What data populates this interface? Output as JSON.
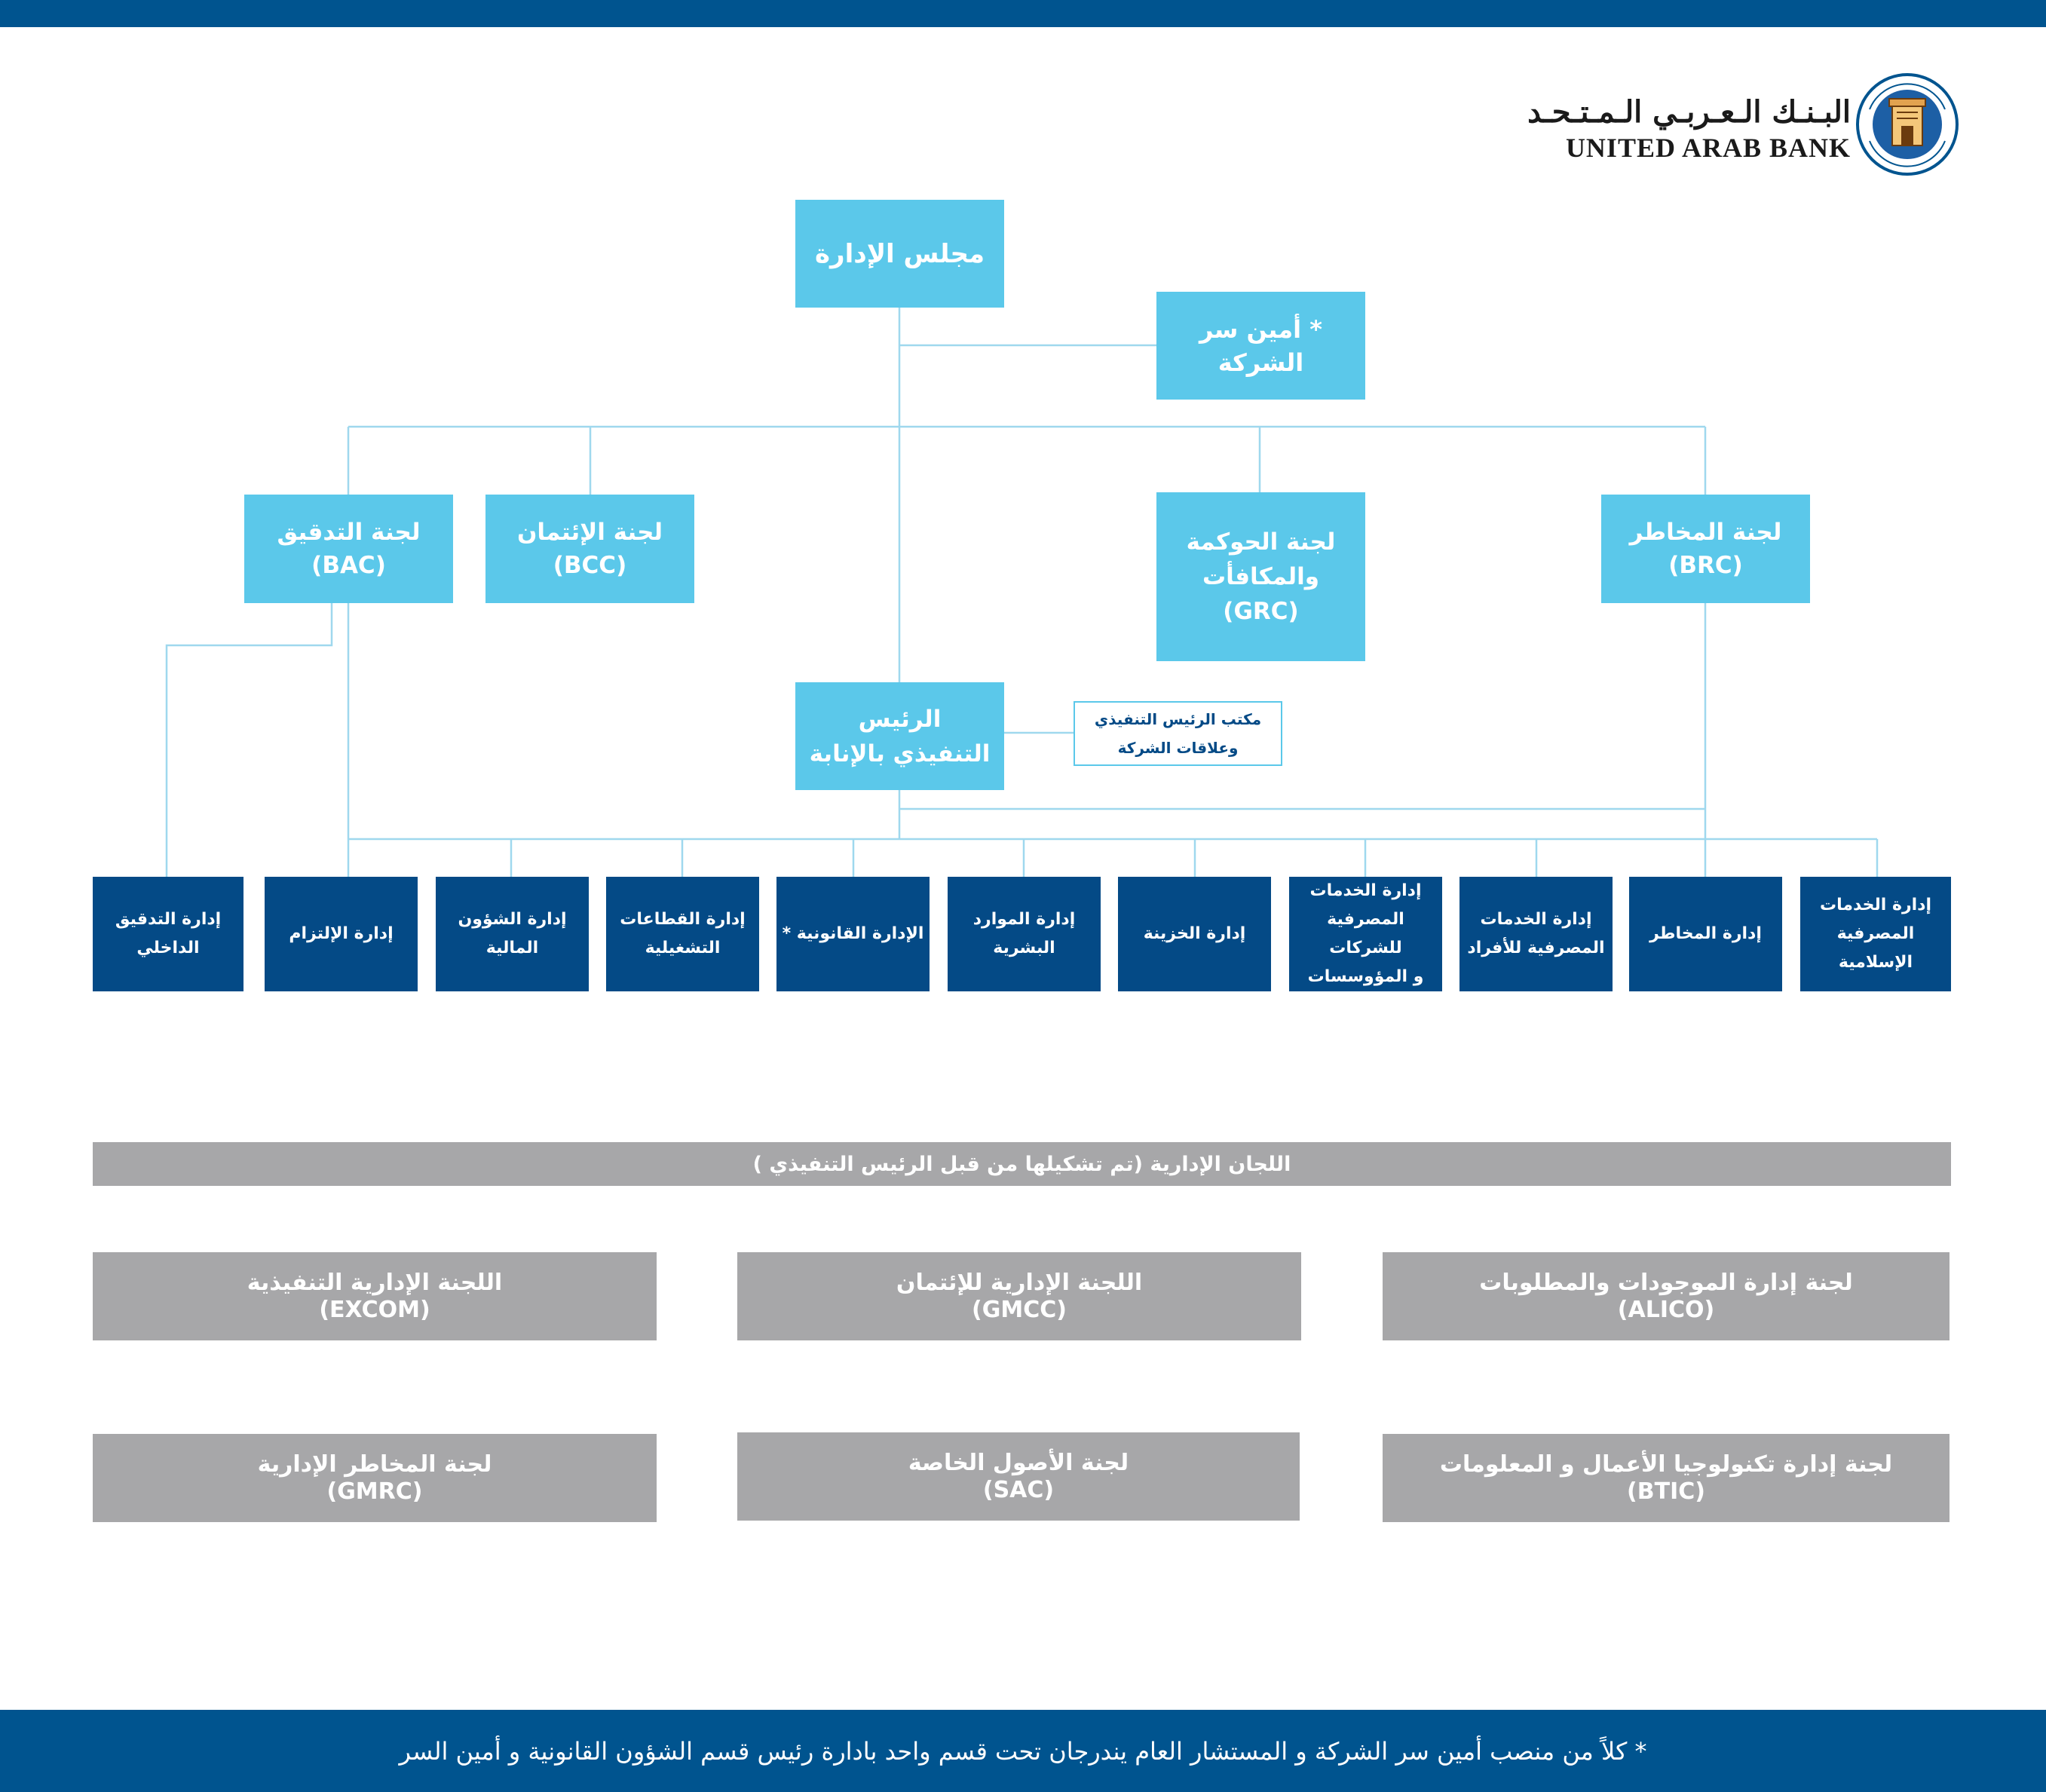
{
  "logo": {
    "arabic_name": "البـنـك الـعـربـي الـمـتـحـد",
    "english_name": "UNITED ARAB BANK"
  },
  "colors": {
    "top_bar": "#00548f",
    "light_box": "#5bc8ea",
    "dark_box": "#044a86",
    "gray_box": "#a7a7a9",
    "connector": "#9fd8ee"
  },
  "board": {
    "label": "مجلس الإدارة"
  },
  "company_secretary": {
    "label": "* أمين سر\nالشركة"
  },
  "committees": {
    "bac": "لجنة التدقيق\n(BAC)",
    "bcc": "لجنة الإئتمان\n(BCC)",
    "grc": "لجنة الحوكمة\nوالمكافأت\n(GRC)",
    "brc": "لجنة المخاطر\n(BRC)"
  },
  "ceo": {
    "label": "الرئيس\nالتنفيذي بالإنابة"
  },
  "ceo_office": {
    "label": "مكتب الرئيس التنفيذي\nوعلاقات الشركة"
  },
  "departments": [
    "إدارة التدقيق\nالداخلي",
    "إدارة الإلتزام",
    "إدارة الشؤون\nالمالية",
    "إدارة القطاعات\nالتشغيلية",
    "الإدارة القانونية *",
    "إدارة الموارد\nالبشرية",
    "إدارة الخزينة",
    "إدارة الخدمات\nالمصرفية للشركات\nو المؤوسسات",
    "إدارة الخدمات\nالمصرفية للأفراد",
    "إدارة المخاطر",
    "إدارة الخدمات\nالمصرفية الإسلامية"
  ],
  "management_committees_header": "اللجان الإدارية (تم تشكيلها من قبل الرئيس التنفيذي )",
  "management_committees": {
    "excom": "اللجنة الإدارية التنفيذية\n(EXCOM)",
    "gmcc": "اللجنة الإدارية للإئتمان\n(GMCC)",
    "alico": "لجنة إدارة الموجودات والمطلوبات\n(ALICO)",
    "gmrc": "لجنة المخاطر الإدارية\n(GMRC)",
    "sac": "لجنة الأصول الخاصة\n(SAC)",
    "btic": "لجنة إدارة تكنولوجيا الأعمال و المعلومات\n(BTIC)"
  },
  "footnote": "* كلاً من منصب أمين سر الشركة و المستشار العام يندرجان تحت قسم واحد بادارة رئيس قسم الشؤون القانونية و أمين السر"
}
